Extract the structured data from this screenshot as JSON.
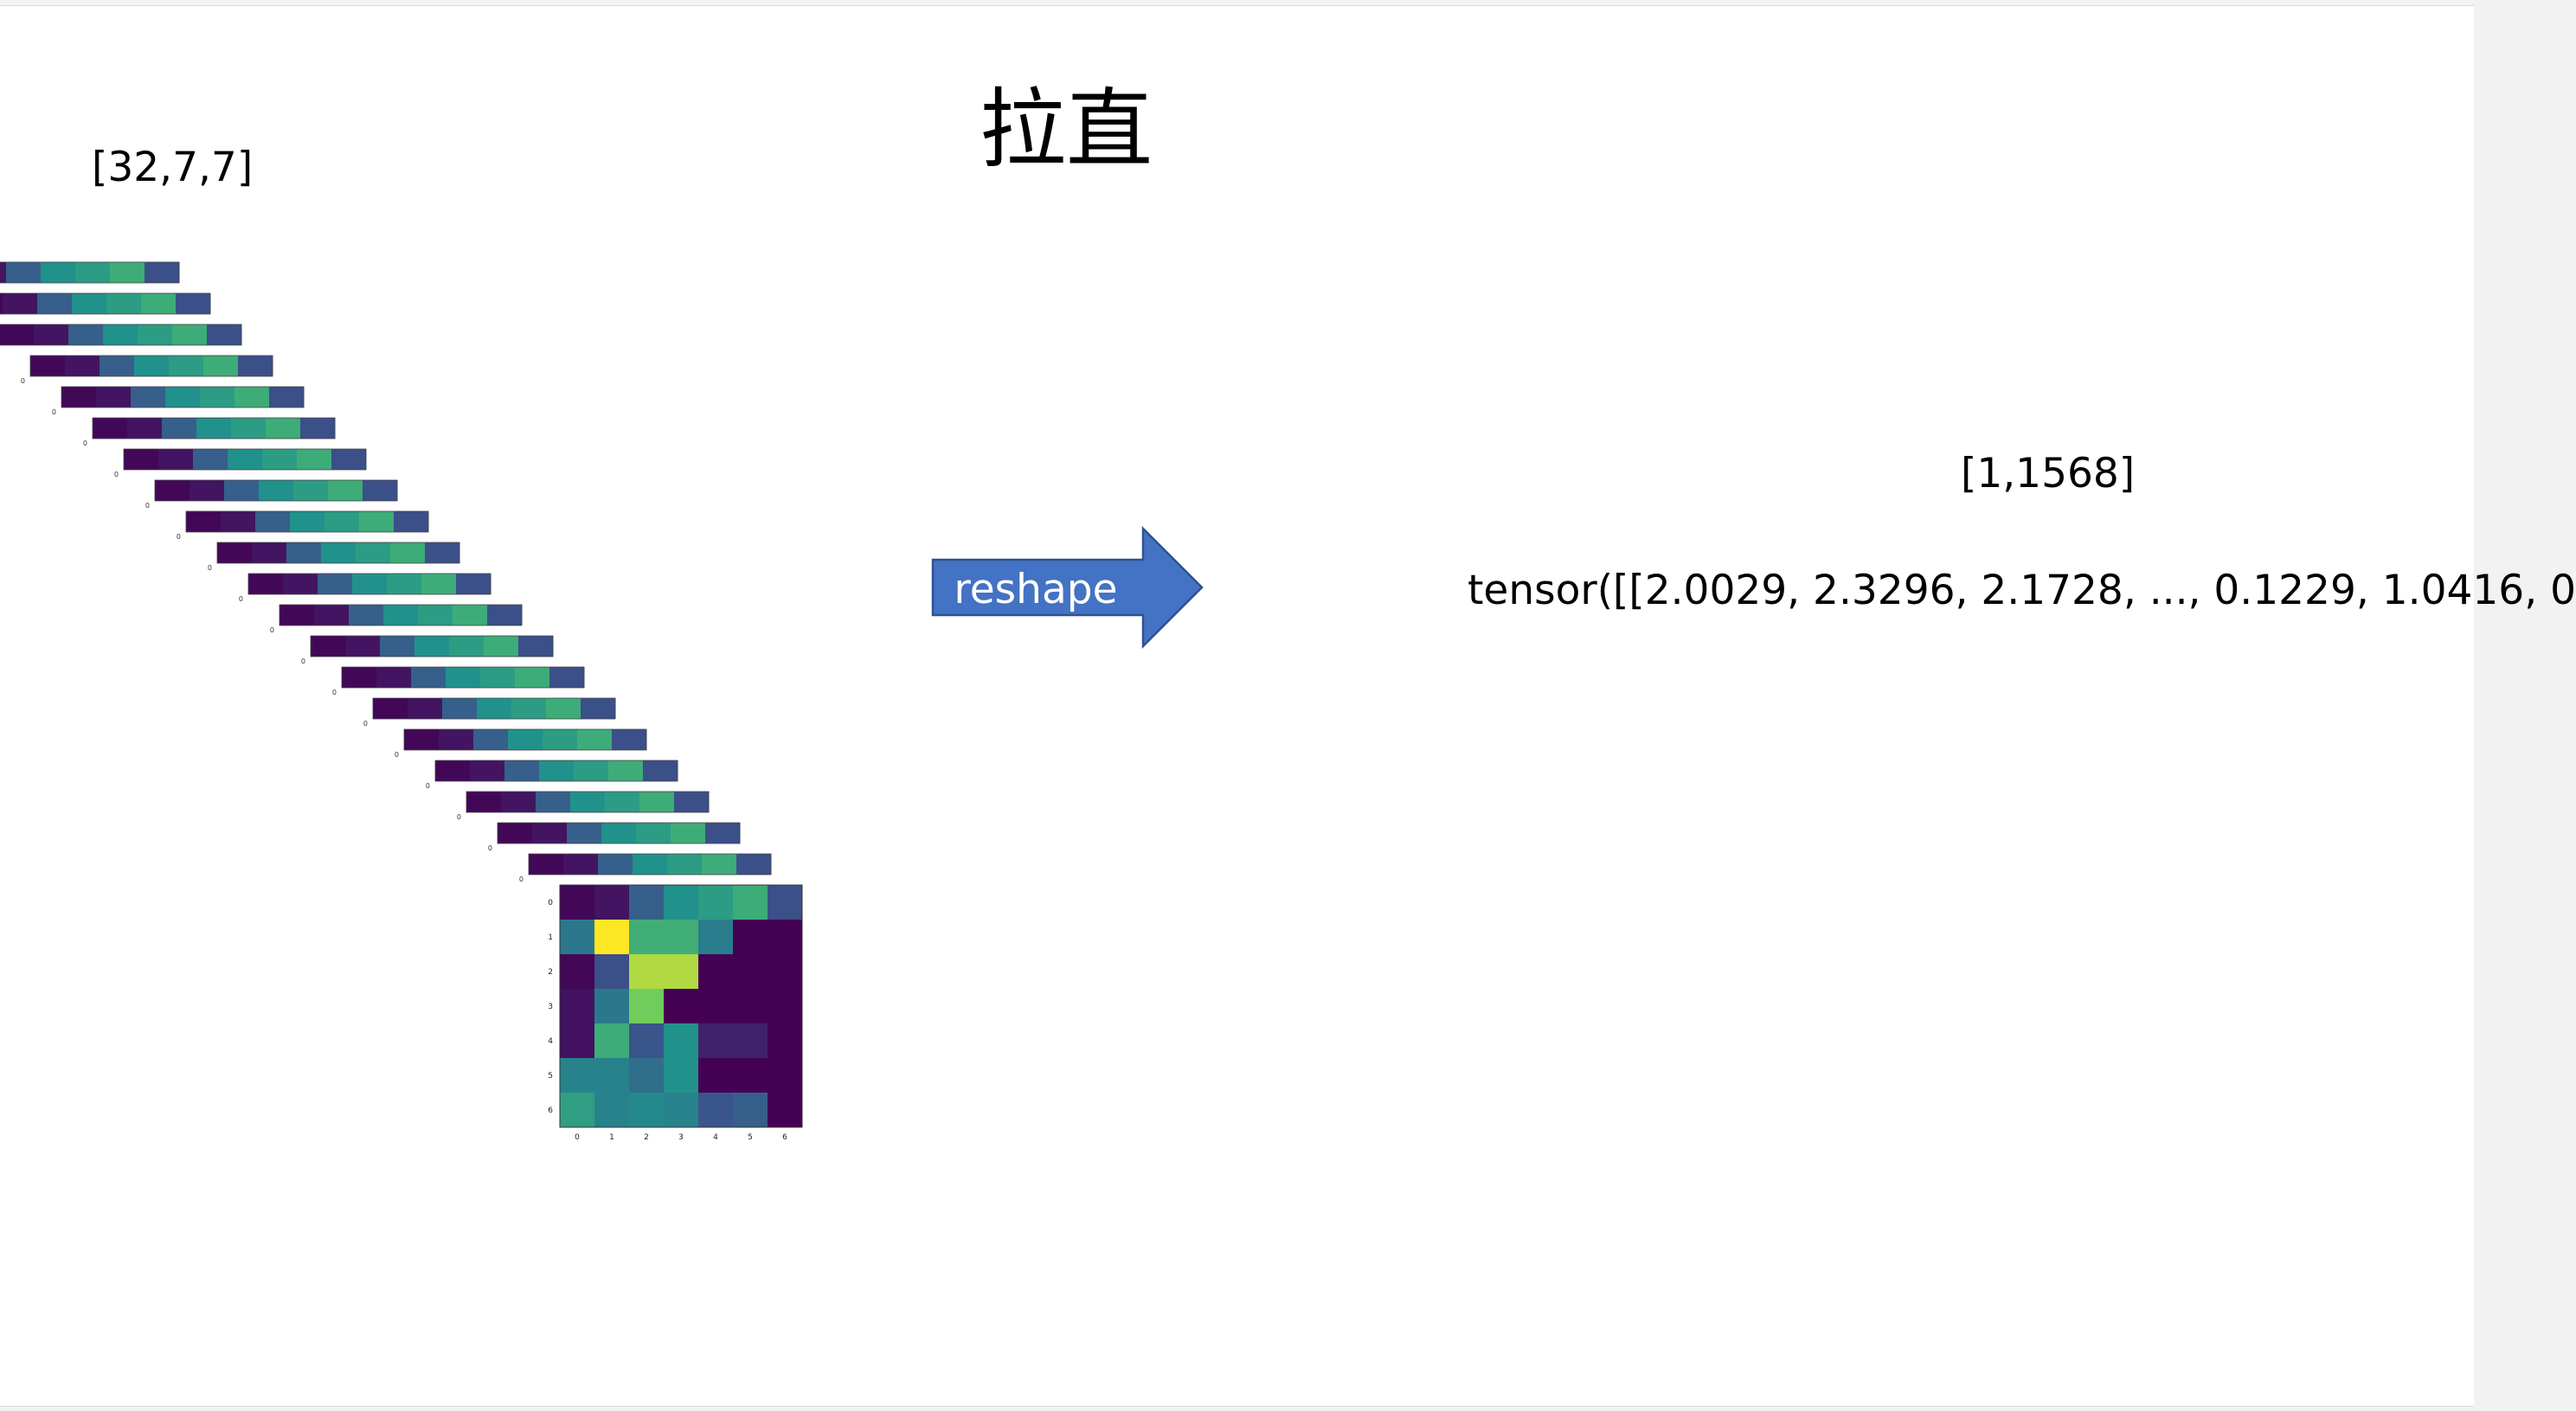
{
  "title": "拉直",
  "input_shape": "[32,7,7]",
  "output_shape": "[1,1568]",
  "tensor_text": "tensor([[2.0029, 2.3296, 2.1728,  ..., 0.1229, 1.0416, 0",
  "arrow": {
    "label": "reshape",
    "color": "#4472c4"
  },
  "feature_map": {
    "colormap": "viridis",
    "tick_labels": [
      "0",
      "1",
      "2",
      "3",
      "4",
      "5",
      "6"
    ],
    "values": [
      [
        0.02,
        0.06,
        0.3,
        0.5,
        0.55,
        0.62,
        0.24
      ],
      [
        0.4,
        1.0,
        0.63,
        0.63,
        0.42,
        0.0,
        0.0
      ],
      [
        0.02,
        0.24,
        0.88,
        0.88,
        0.0,
        0.0,
        0.0
      ],
      [
        0.05,
        0.4,
        0.78,
        0.0,
        0.0,
        0.0,
        0.0
      ],
      [
        0.05,
        0.62,
        0.26,
        0.5,
        0.1,
        0.1,
        0.0
      ],
      [
        0.44,
        0.44,
        0.36,
        0.5,
        0.0,
        0.0,
        0.0
      ],
      [
        0.56,
        0.44,
        0.47,
        0.44,
        0.26,
        0.3,
        0.0
      ]
    ],
    "strip_row": [
      0.02,
      0.06,
      0.3,
      0.5,
      0.55,
      0.62,
      0.24
    ]
  }
}
